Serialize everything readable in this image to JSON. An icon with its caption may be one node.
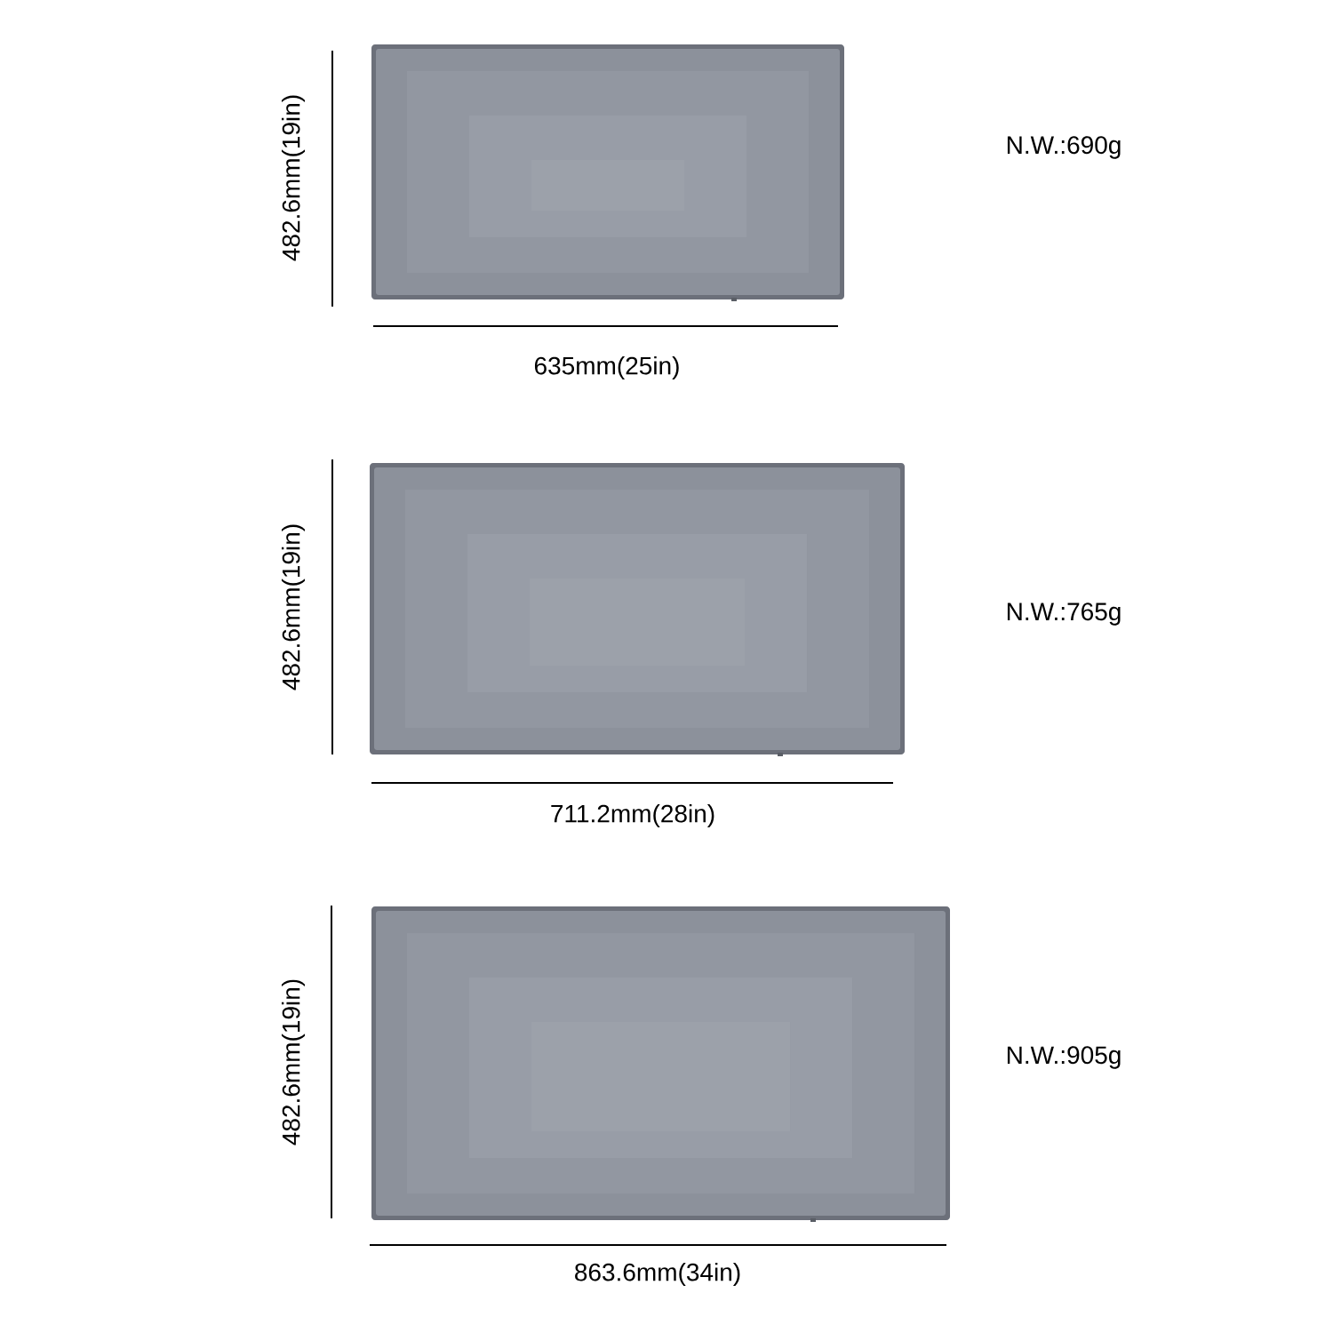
{
  "diagram": {
    "labels": [
      "482.6mm(19in)",
      "N.W.:690g",
      "635mm(25in)",
      "482.6mm(19in)",
      "N.W.:765g",
      "711.2mm(28in)",
      "482.6mm(19in)",
      "N.W.:905g",
      "863.6mm(34in)"
    ]
  }
}
